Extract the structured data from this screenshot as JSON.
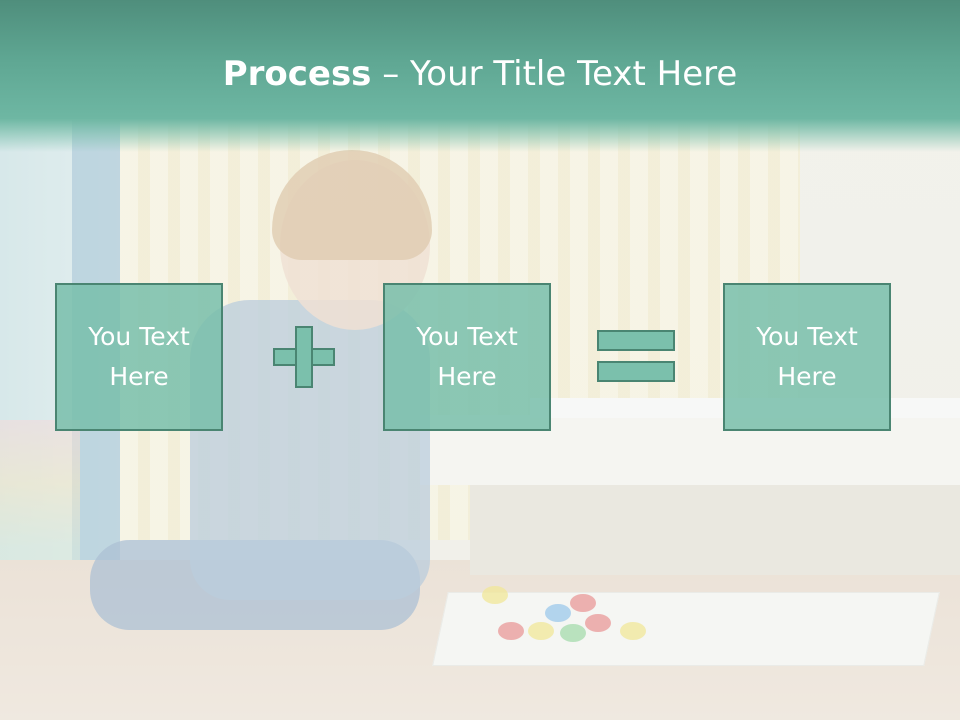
{
  "header": {
    "title_bold": "Process",
    "title_rest": " – Your Title Text Here"
  },
  "process": {
    "boxes": [
      "You Text\nHere",
      "You Text\nHere",
      "You Text\nHere"
    ],
    "operators": [
      "plus-icon",
      "equals-icon"
    ]
  },
  "colors": {
    "header": "#5fa793",
    "box_fill": "#78beaa",
    "box_border": "#4a8572",
    "text": "#ffffff"
  }
}
